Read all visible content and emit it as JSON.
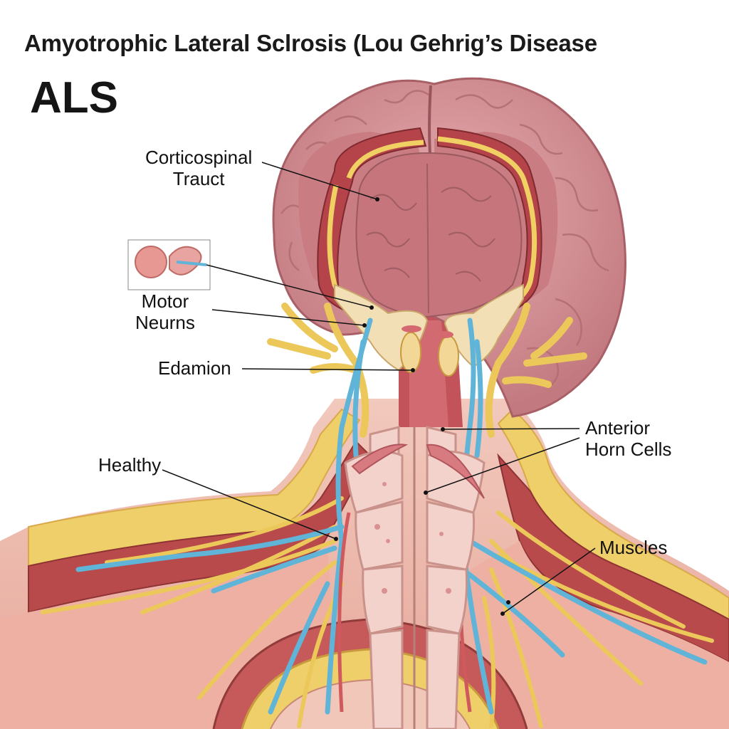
{
  "title": "Amyotrophic Lateral Sclrosis (Lou Gehrig’s Disease",
  "subtitle": "ALS",
  "labels": {
    "corticospinal": "Corticospinal\nTrauct",
    "motor_neurons": "Motor\nNeurns",
    "edamion": "Edamion",
    "healthy": "Healthy",
    "anterior_horn": "Anterior\nHorn Cells",
    "muscles": "Muscles"
  },
  "colors": {
    "brain": "#d9959a",
    "tissue": "#b9474a",
    "nerve_yellow": "#f0cf63",
    "vessel_blue": "#5fb4d8",
    "bone": "#f4d3cc",
    "skin": "#f2c2b5"
  }
}
